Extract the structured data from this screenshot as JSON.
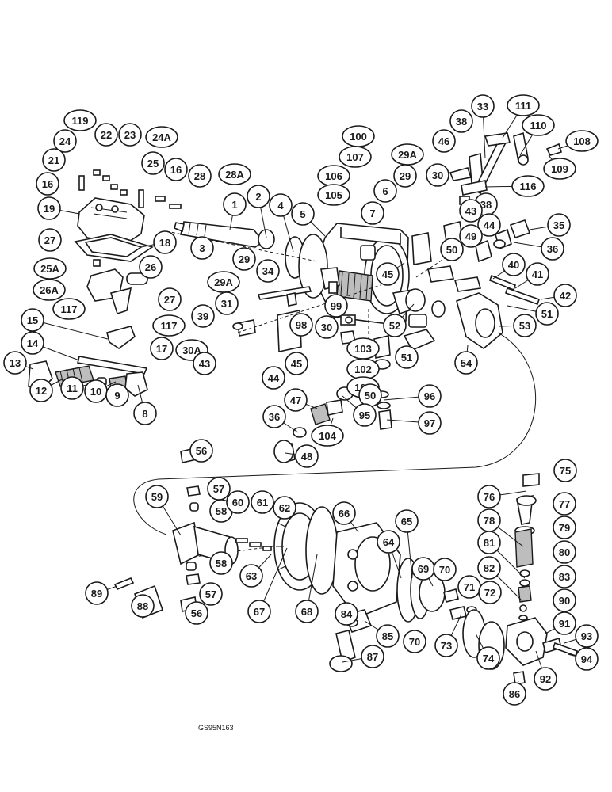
{
  "drawing_ref": "GS95N163",
  "callouts": [
    {
      "id": "c119",
      "label": "119"
    },
    {
      "id": "c22",
      "label": "22"
    },
    {
      "id": "c23",
      "label": "23"
    },
    {
      "id": "c24",
      "label": "24"
    },
    {
      "id": "c24A",
      "label": "24A"
    },
    {
      "id": "c21",
      "label": "21"
    },
    {
      "id": "c25",
      "label": "25"
    },
    {
      "id": "c16a",
      "label": "16"
    },
    {
      "id": "c16b",
      "label": "16"
    },
    {
      "id": "c28",
      "label": "28"
    },
    {
      "id": "c28A",
      "label": "28A"
    },
    {
      "id": "c19",
      "label": "19"
    },
    {
      "id": "c18",
      "label": "18"
    },
    {
      "id": "c27a",
      "label": "27"
    },
    {
      "id": "c25A",
      "label": "25A"
    },
    {
      "id": "c26",
      "label": "26"
    },
    {
      "id": "c26A",
      "label": "26A"
    },
    {
      "id": "c27b",
      "label": "27"
    },
    {
      "id": "c117a",
      "label": "117"
    },
    {
      "id": "c117b",
      "label": "117"
    },
    {
      "id": "c15",
      "label": "15"
    },
    {
      "id": "c17",
      "label": "17"
    },
    {
      "id": "c14",
      "label": "14"
    },
    {
      "id": "c13",
      "label": "13"
    },
    {
      "id": "c12",
      "label": "12"
    },
    {
      "id": "c11",
      "label": "11"
    },
    {
      "id": "c10",
      "label": "10"
    },
    {
      "id": "c9",
      "label": "9"
    },
    {
      "id": "c8",
      "label": "8"
    },
    {
      "id": "c1",
      "label": "1"
    },
    {
      "id": "c2",
      "label": "2"
    },
    {
      "id": "c3",
      "label": "3"
    },
    {
      "id": "c4",
      "label": "4"
    },
    {
      "id": "c5",
      "label": "5"
    },
    {
      "id": "c29a",
      "label": "29"
    },
    {
      "id": "c29Aa",
      "label": "29A"
    },
    {
      "id": "c34",
      "label": "34"
    },
    {
      "id": "c31",
      "label": "31"
    },
    {
      "id": "c39",
      "label": "39"
    },
    {
      "id": "c30A",
      "label": "30A"
    },
    {
      "id": "c43a",
      "label": "43"
    },
    {
      "id": "c44a",
      "label": "44"
    },
    {
      "id": "c45a",
      "label": "45"
    },
    {
      "id": "c98",
      "label": "98"
    },
    {
      "id": "c99",
      "label": "99"
    },
    {
      "id": "c30a",
      "label": "30"
    },
    {
      "id": "c100",
      "label": "100"
    },
    {
      "id": "c107",
      "label": "107"
    },
    {
      "id": "c106",
      "label": "106"
    },
    {
      "id": "c105",
      "label": "105"
    },
    {
      "id": "c6",
      "label": "6"
    },
    {
      "id": "c7",
      "label": "7"
    },
    {
      "id": "c29Ab",
      "label": "29A"
    },
    {
      "id": "c29b",
      "label": "29"
    },
    {
      "id": "c30b",
      "label": "30"
    },
    {
      "id": "c46",
      "label": "46"
    },
    {
      "id": "c38a",
      "label": "38"
    },
    {
      "id": "c33",
      "label": "33"
    },
    {
      "id": "c111",
      "label": "111"
    },
    {
      "id": "c110",
      "label": "110"
    },
    {
      "id": "c108",
      "label": "108"
    },
    {
      "id": "c109",
      "label": "109"
    },
    {
      "id": "c116",
      "label": "116"
    },
    {
      "id": "c38b",
      "label": "38"
    },
    {
      "id": "c43b",
      "label": "43"
    },
    {
      "id": "c44b",
      "label": "44"
    },
    {
      "id": "c35",
      "label": "35"
    },
    {
      "id": "c49",
      "label": "49"
    },
    {
      "id": "c36a",
      "label": "36"
    },
    {
      "id": "c50a",
      "label": "50"
    },
    {
      "id": "c45b",
      "label": "45"
    },
    {
      "id": "c40",
      "label": "40"
    },
    {
      "id": "c41",
      "label": "41"
    },
    {
      "id": "c42",
      "label": "42"
    },
    {
      "id": "c51a",
      "label": "51"
    },
    {
      "id": "c52",
      "label": "52"
    },
    {
      "id": "c53",
      "label": "53"
    },
    {
      "id": "c51b",
      "label": "51"
    },
    {
      "id": "c54",
      "label": "54"
    },
    {
      "id": "c103",
      "label": "103"
    },
    {
      "id": "c102",
      "label": "102"
    },
    {
      "id": "c101",
      "label": "101"
    },
    {
      "id": "c50b",
      "label": "50"
    },
    {
      "id": "c96",
      "label": "96"
    },
    {
      "id": "c47",
      "label": "47"
    },
    {
      "id": "c95",
      "label": "95"
    },
    {
      "id": "c97",
      "label": "97"
    },
    {
      "id": "c36b",
      "label": "36"
    },
    {
      "id": "c104",
      "label": "104"
    },
    {
      "id": "c48",
      "label": "48"
    },
    {
      "id": "c56a",
      "label": "56"
    },
    {
      "id": "c57a",
      "label": "57"
    },
    {
      "id": "c59",
      "label": "59"
    },
    {
      "id": "c58a",
      "label": "58"
    },
    {
      "id": "c60",
      "label": "60"
    },
    {
      "id": "c61",
      "label": "61"
    },
    {
      "id": "c62",
      "label": "62"
    },
    {
      "id": "c66",
      "label": "66"
    },
    {
      "id": "c65",
      "label": "65"
    },
    {
      "id": "c64",
      "label": "64"
    },
    {
      "id": "c63",
      "label": "63"
    },
    {
      "id": "c58b",
      "label": "58"
    },
    {
      "id": "c57b",
      "label": "57"
    },
    {
      "id": "c56b",
      "label": "56"
    },
    {
      "id": "c89",
      "label": "89"
    },
    {
      "id": "c88",
      "label": "88"
    },
    {
      "id": "c67",
      "label": "67"
    },
    {
      "id": "c68",
      "label": "68"
    },
    {
      "id": "c69",
      "label": "69"
    },
    {
      "id": "c70a",
      "label": "70"
    },
    {
      "id": "c71",
      "label": "71"
    },
    {
      "id": "c72",
      "label": "72"
    },
    {
      "id": "c70b",
      "label": "70"
    },
    {
      "id": "c73",
      "label": "73"
    },
    {
      "id": "c74",
      "label": "74"
    },
    {
      "id": "c84",
      "label": "84"
    },
    {
      "id": "c85",
      "label": "85"
    },
    {
      "id": "c87",
      "label": "87"
    },
    {
      "id": "c75",
      "label": "75"
    },
    {
      "id": "c76",
      "label": "76"
    },
    {
      "id": "c77",
      "label": "77"
    },
    {
      "id": "c78",
      "label": "78"
    },
    {
      "id": "c79",
      "label": "79"
    },
    {
      "id": "c80",
      "label": "80"
    },
    {
      "id": "c81",
      "label": "81"
    },
    {
      "id": "c82",
      "label": "82"
    },
    {
      "id": "c83",
      "label": "83"
    },
    {
      "id": "c90",
      "label": "90"
    },
    {
      "id": "c91",
      "label": "91"
    },
    {
      "id": "c93",
      "label": "93"
    },
    {
      "id": "c94",
      "label": "94"
    },
    {
      "id": "c92",
      "label": "92"
    },
    {
      "id": "c86",
      "label": "86"
    }
  ]
}
